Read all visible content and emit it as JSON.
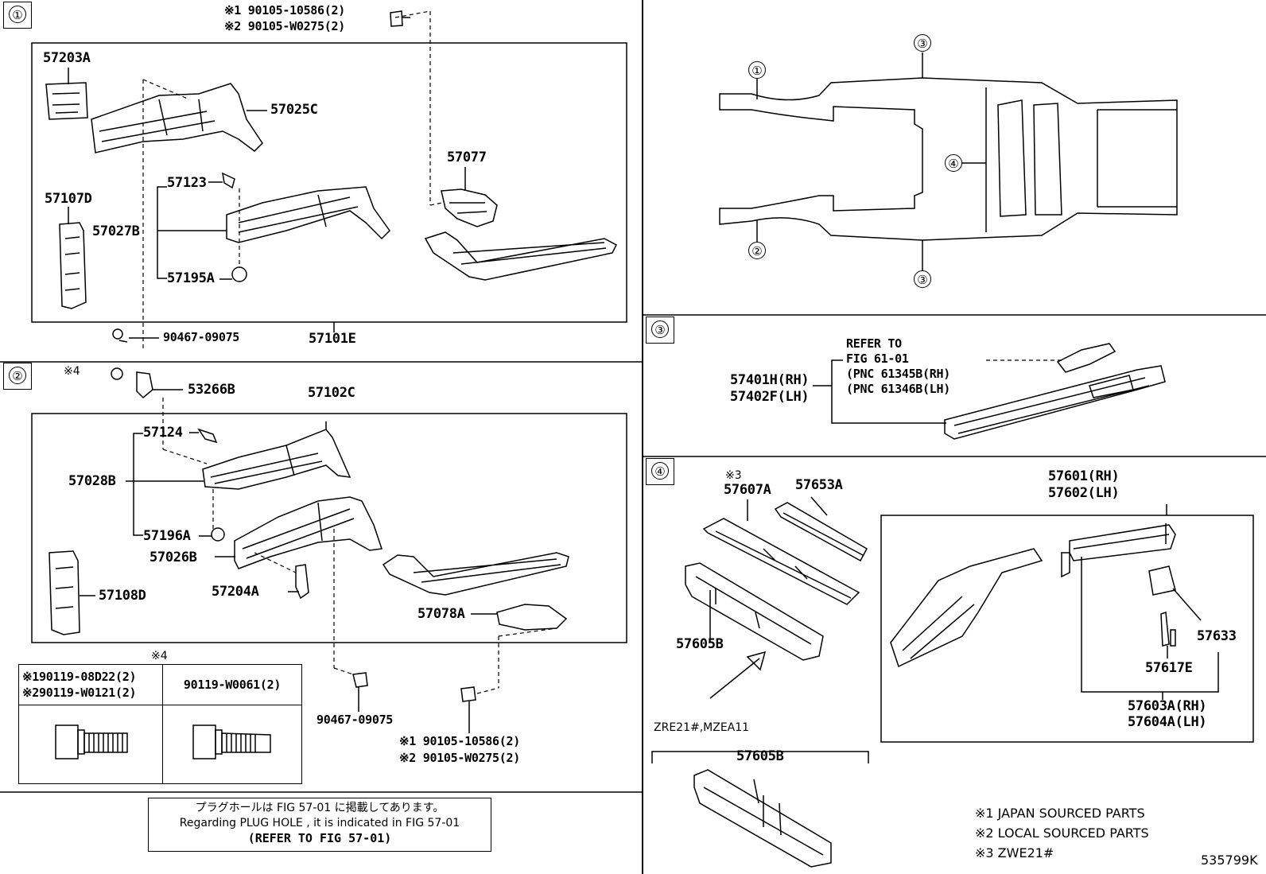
{
  "sections": {
    "s1": "①",
    "s2": "②",
    "s3": "③",
    "s4": "④"
  },
  "overview": {
    "c1": "①",
    "c2": "②",
    "c3a": "③",
    "c3b": "③",
    "c4": "④"
  },
  "section1": {
    "bolt_top_1": "※1 90105-10586(2)",
    "bolt_top_2": "※2 90105-W0275(2)",
    "p57203A": "57203A",
    "p57025C": "57025C",
    "p57077": "57077",
    "p57107D": "57107D",
    "p57123": "57123",
    "p57027B": "57027B",
    "p57195A": "57195A",
    "p90467": "90467-09075",
    "p57101E": "57101E"
  },
  "section2": {
    "mark4": "※4",
    "p53266B": "53266B",
    "p57102C": "57102C",
    "p57124": "57124",
    "p57028B": "57028B",
    "p57196A": "57196A",
    "p57026B": "57026B",
    "p57108D": "57108D",
    "p57204A": "57204A",
    "p57078A": "57078A",
    "p90467b": "90467-09075",
    "bolt_bot_1": "※1 90105-10586(2)",
    "bolt_bot_2": "※2 90105-W0275(2)",
    "table_mark": "※4",
    "table_c1_l1": "※190119-08D22(2)",
    "table_c1_l2": "※290119-W0121(2)",
    "table_c2": "90119-W0061(2)"
  },
  "notice": {
    "jp": "プラグホールは FIG 57-01 に掲載してあります。",
    "en": "Regarding  PLUG  HOLE , it is indicated in  FIG  57-01",
    "ref": "(REFER  TO  FIG  57-01)"
  },
  "section3": {
    "refer1": "REFER  TO",
    "refer2": "FIG  61-01",
    "refer3": "(PNC  61345B(RH)",
    "refer4": "(PNC  61346B(LH)",
    "p57401H": "57401H(RH)",
    "p57402F": "57402F(LH)"
  },
  "section4": {
    "mark3": "※3",
    "p57607A": "57607A",
    "p57653A": "57653A",
    "p57605B": "57605B",
    "p57601": "57601(RH)",
    "p57602": "57602(LH)",
    "p57633": "57633",
    "p57617E": "57617E",
    "p57603A": "57603A(RH)",
    "p57604A": "57604A(LH)",
    "model": "ZRE21#,MZEA11",
    "p57605B_b": "57605B"
  },
  "legend": {
    "l1": "※1  JAPAN  SOURCED  PARTS",
    "l2": "※2  LOCAL  SOURCED  PARTS",
    "l3": "※3  ZWE21#"
  },
  "code": "535799K"
}
